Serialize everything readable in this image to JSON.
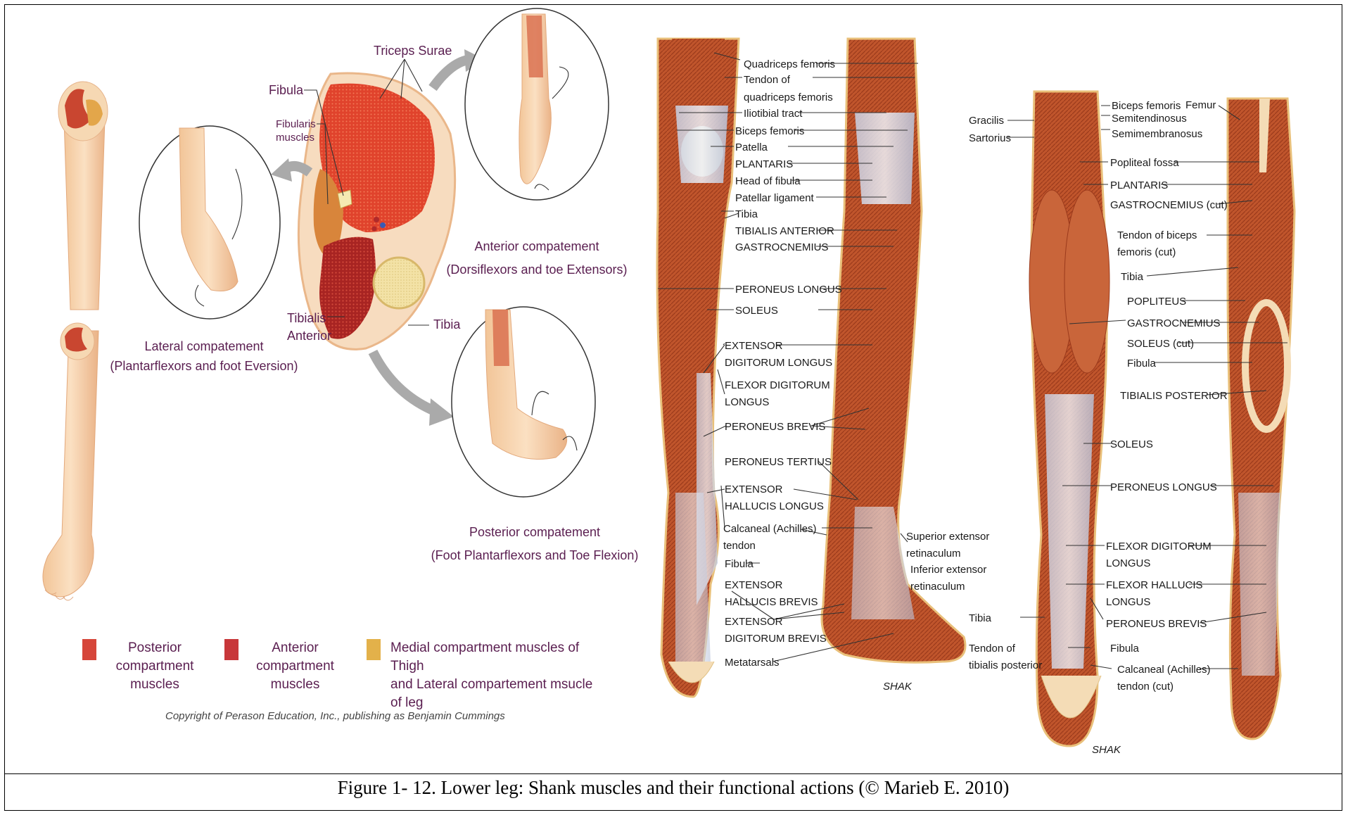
{
  "figure_caption": "Figure 1- 12. Lower leg: Shank muscles and their functional actions (© Marieb E. 2010)",
  "cross_section": {
    "labels": {
      "triceps_surae": "Triceps Surae",
      "fibula": "Fibula",
      "fibularis_1": "Fibularis",
      "fibularis_2": "muscles",
      "tibialis_1": "Tibialis",
      "tibialis_2": "Anterior",
      "tibia": "Tibia"
    },
    "lateral_1": "Lateral compatement",
    "lateral_2": "(Plantarflexors and foot Eversion)",
    "anterior_1": "Anterior compatement",
    "anterior_2": "(Dorsiflexors and toe Extensors)",
    "posterior_1": "Posterior compatement",
    "posterior_2": "(Foot Plantarflexors and Toe Flexion)"
  },
  "legend": [
    {
      "line1": "Posterior compartment",
      "line2": "muscles",
      "color": "#d6463a"
    },
    {
      "line1": "Anterior compartment",
      "line2": "muscles",
      "color": "#c8373a"
    },
    {
      "line1": "Medial compartment muscles of Thigh",
      "line2": "and Lateral compartement msucle of leg",
      "color": "#e3b14a"
    }
  ],
  "copyright": "Copyright of Perason Education, Inc., publishing as Benjamin Cummings",
  "anterior_view_labels": [
    "Quadriceps femoris",
    "Tendon of",
    "quadriceps femoris",
    "Iliotibial tract",
    "Biceps femoris",
    "Patella",
    "PLANTARIS",
    "Head of fibula",
    "Patellar ligament",
    "Tibia",
    "TIBIALIS ANTERIOR",
    "GASTROCNEMIUS",
    "PERONEUS LONGUS",
    "SOLEUS",
    "EXTENSOR",
    "DIGITORUM LONGUS",
    "FLEXOR DIGITORUM",
    "LONGUS",
    "PERONEUS BREVIS",
    "PERONEUS TERTIUS",
    "EXTENSOR",
    "HALLUCIS LONGUS",
    "Calcaneal (Achilles)",
    "tendon",
    "Fibula",
    "EXTENSOR",
    "HALLUCIS BREVIS",
    "EXTENSOR",
    "DIGITORUM BREVIS",
    "Metatarsals",
    "Superior extensor",
    "retinaculum",
    "Inferior extensor",
    "retinaculum"
  ],
  "posterior_view_labels": [
    "Gracilis",
    "Sartorius",
    "Biceps femoris",
    "Semitendinosus",
    "Semimembranosus",
    "Femur",
    "Popliteal fossa",
    "PLANTARIS",
    "GASTROCNEMIUS (cut)",
    "Tendon of biceps",
    "femoris (cut)",
    "Tibia",
    "POPLITEUS",
    "GASTROCNEMIUS",
    "SOLEUS (cut)",
    "Fibula",
    "TIBIALIS POSTERIOR",
    "SOLEUS",
    "PERONEUS LONGUS",
    "FLEXOR DIGITORUM",
    "LONGUS",
    "FLEXOR HALLUCIS",
    "LONGUS",
    "PERONEUS BREVIS",
    "Tibia",
    "Tendon of",
    "tibialis posterior",
    "Fibula",
    "Calcaneal (Achilles)",
    "tendon (cut)"
  ],
  "signature_1": "SHAK",
  "signature_2": "SHAK"
}
